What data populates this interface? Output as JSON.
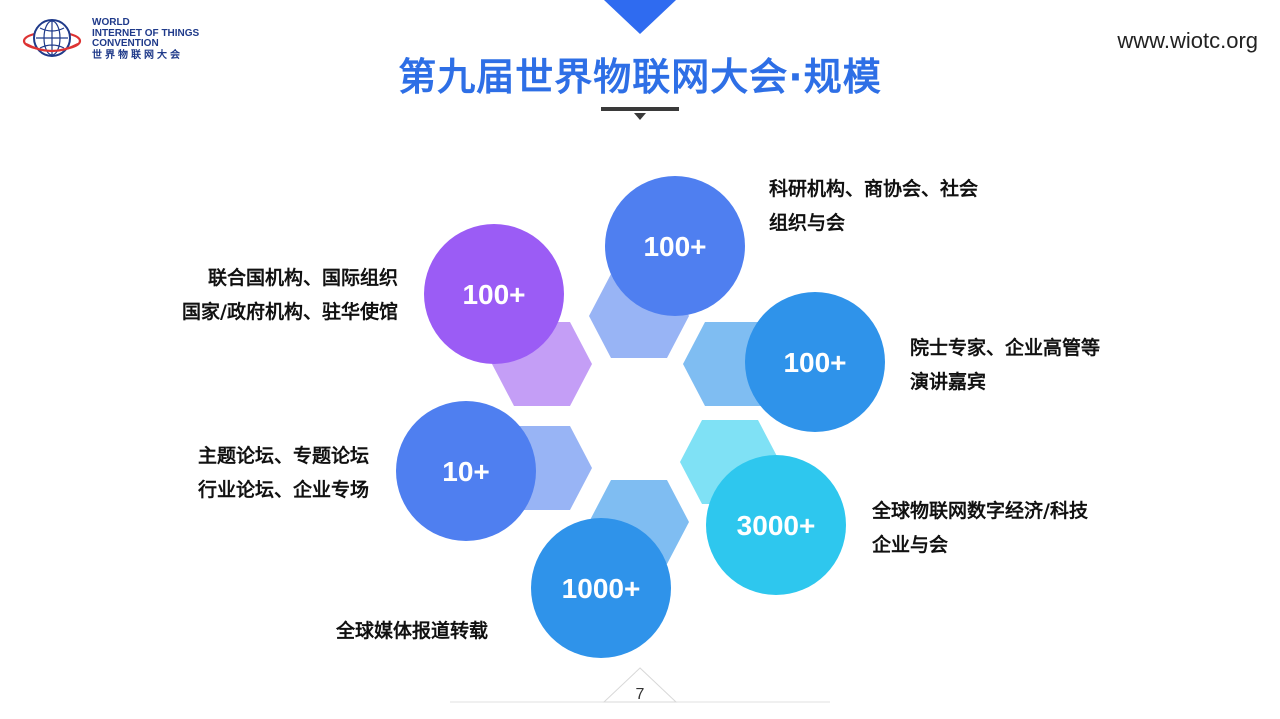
{
  "header": {
    "logo_line1": "WORLD",
    "logo_line2": "INTERNET OF THINGS",
    "logo_line3": "CONVENTION",
    "logo_line4": "世界物联网大会",
    "website": "www.wiotc.org",
    "title": "第九届世界物联网大会·规模"
  },
  "items": [
    {
      "value": "100+",
      "text_line1": "联合国机构、国际组织",
      "text_line2": "国家/政府机构、驻华使馆",
      "color": "#9b5cf5"
    },
    {
      "value": "100+",
      "text_line1": "科研机构、商协会、社会",
      "text_line2": "组织与会",
      "color": "#4f7ff0"
    },
    {
      "value": "100+",
      "text_line1": "院士专家、企业高管等",
      "text_line2": "演讲嘉宾",
      "color": "#2f93ea"
    },
    {
      "value": "10+",
      "text_line1": "主题论坛、专题论坛",
      "text_line2": "行业论坛、企业专场",
      "color": "#4f7ff0"
    },
    {
      "value": "3000+",
      "text_line1": "全球物联网数字经济/科技",
      "text_line2": "企业与会",
      "color": "#2ec7ee"
    },
    {
      "value": "1000+",
      "text_line1": "全球媒体报道转载",
      "color": "#2f93ea"
    }
  ],
  "footer": {
    "page_number": "7"
  }
}
